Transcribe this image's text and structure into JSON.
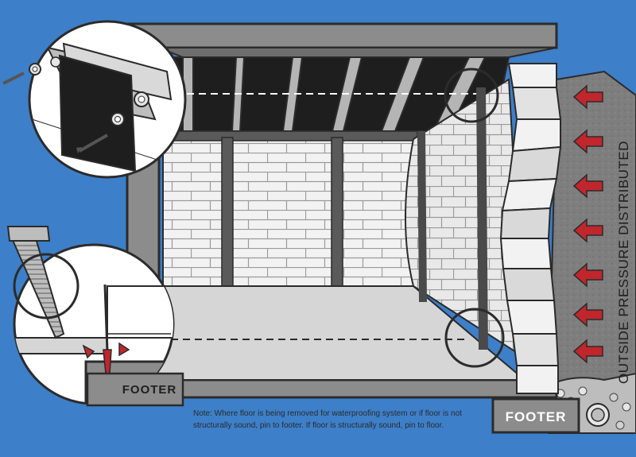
{
  "colors": {
    "background": "#3d7fc9",
    "outline": "#2b2b2b",
    "wall_light": "#f2f2f2",
    "floor": "#d6d6d6",
    "beam_dark": "#4a4a4a",
    "soil": "#7e7e7e",
    "arrow_red": "#c0262c",
    "footer_fill": "#8c8c8c"
  },
  "labels": {
    "footer_main": "FOOTER",
    "footer_inset": "FOOTER",
    "side_caption": "OUTSIDE PRESSURE DISTRIBUTED",
    "note_line1": "Note: Where floor is being removed for waterproofing system or if floor is not",
    "note_line2": "structurally sound, pin to footer. If floor is structurally sound, pin to floor."
  },
  "icons": {
    "pressure_arrows": "arrow-left-icon",
    "bracket": "wall-bracket-icon",
    "screw": "screw-icon",
    "drain_pipe": "drain-pipe-icon"
  }
}
